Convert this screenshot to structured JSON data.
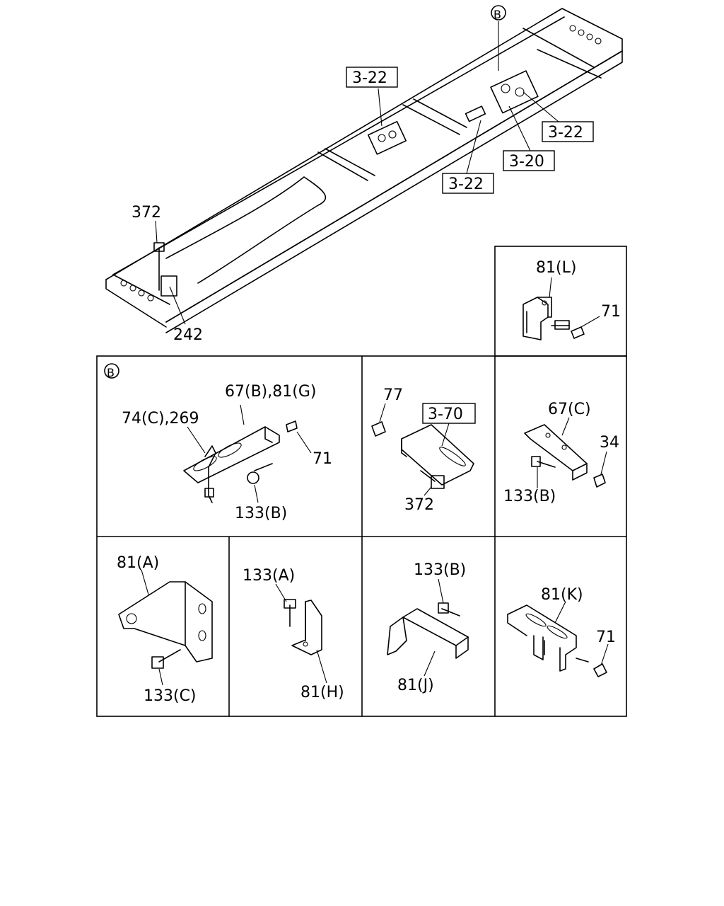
{
  "frame_callouts": {
    "b_marker": "B",
    "ref_a": "3-22",
    "ref_b": "3-22",
    "ref_c": "3-20",
    "ref_d": "3-22",
    "bolt_372": "372",
    "part_242": "242"
  },
  "panels": {
    "top_right": {
      "bracket": "81(L)",
      "nut": "71"
    },
    "detail_b": {
      "marker": "B",
      "bracket": "67(B),81(G)",
      "clip": "74(C),269",
      "nut": "71",
      "bolt": "133(B)"
    },
    "middle_center": {
      "nut": "77",
      "ref": "3-70",
      "bolt": "372"
    },
    "middle_right": {
      "bracket": "67(C)",
      "nut": "34",
      "bolt": "133(B)"
    },
    "bottom_1": {
      "bracket": "81(A)",
      "bolt": "133(C)"
    },
    "bottom_2": {
      "bolt": "133(A)",
      "bracket": "81(H)"
    },
    "bottom_3": {
      "bolt": "133(B)",
      "bracket": "81(J)"
    },
    "bottom_4": {
      "bracket": "81(K)",
      "nut": "71"
    }
  }
}
